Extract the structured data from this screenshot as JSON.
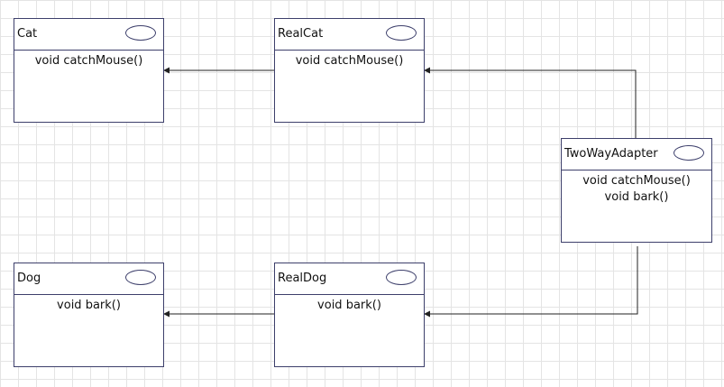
{
  "diagram": {
    "classes": {
      "cat": {
        "name": "Cat",
        "methods": [
          "void catchMouse()"
        ]
      },
      "real_cat": {
        "name": "RealCat",
        "methods": [
          "void catchMouse()"
        ]
      },
      "two_way_adapter": {
        "name": "TwoWayAdapter",
        "methods": [
          "void catchMouse()",
          "void bark()"
        ]
      },
      "dog": {
        "name": "Dog",
        "methods": [
          "void bark()"
        ]
      },
      "real_dog": {
        "name": "RealDog",
        "methods": [
          "void bark()"
        ]
      }
    },
    "relations": [
      {
        "from": "RealCat",
        "to": "Cat"
      },
      {
        "from": "TwoWayAdapter",
        "to": "RealCat"
      },
      {
        "from": "TwoWayAdapter",
        "to": "RealDog"
      },
      {
        "from": "RealDog",
        "to": "Dog"
      }
    ],
    "colors": {
      "box_border": "#3d3f6b",
      "line": "#222222",
      "grid": "#e4e4e4"
    }
  }
}
